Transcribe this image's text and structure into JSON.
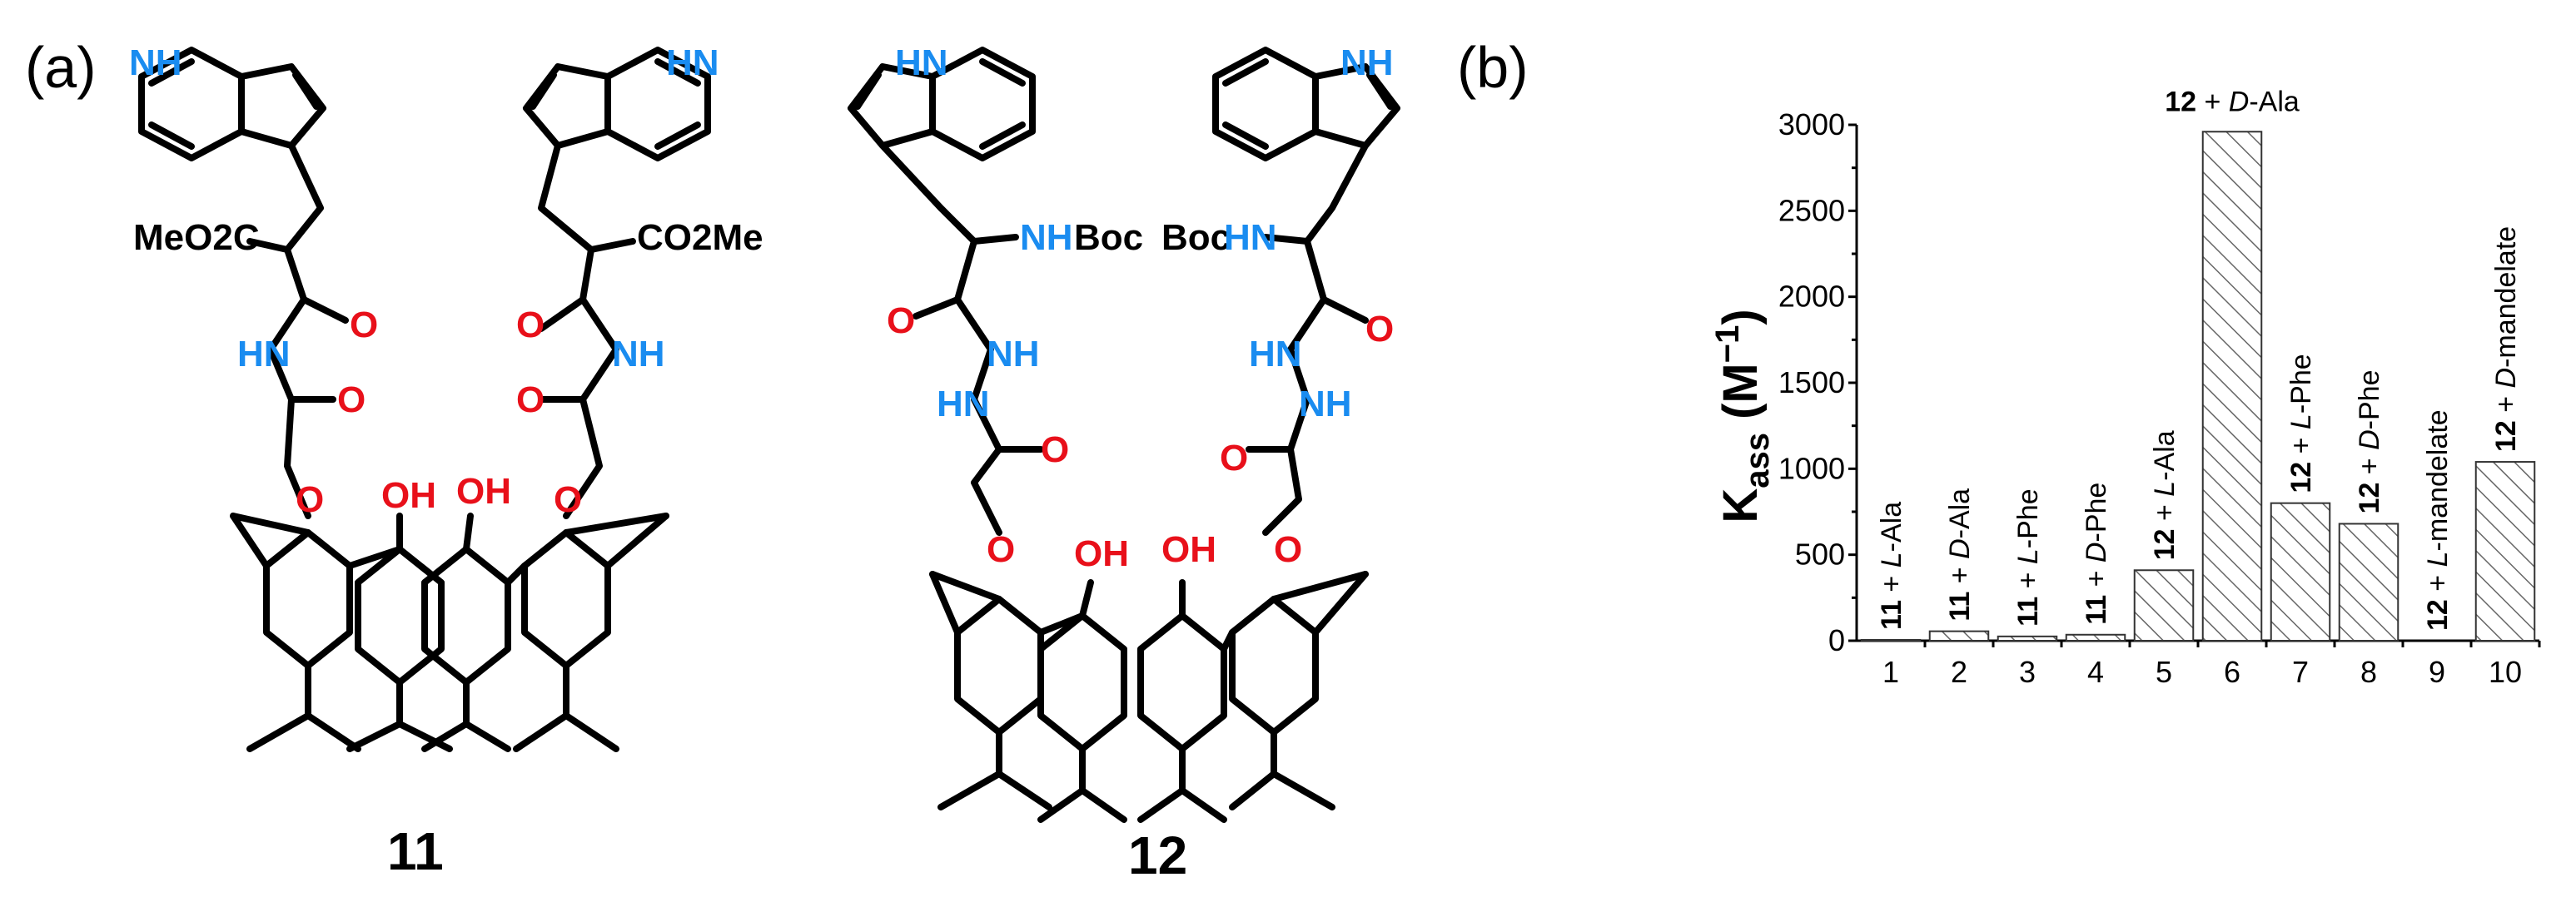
{
  "panel_a": {
    "letter": "(a)",
    "compound_11": {
      "number": "11",
      "labels": {
        "nh_left": "NH",
        "nh_right": "HN",
        "ester_left": "MeO2C",
        "ester_right": "CO2Me",
        "amide_nh": "HN",
        "imide_nh": "NH",
        "o1": "O",
        "o2": "O",
        "o3": "O",
        "o4": "O",
        "ether_o1": "O",
        "ether_o2": "O",
        "oh1": "OH",
        "oh2": "OH"
      }
    },
    "compound_12": {
      "number": "12",
      "labels": {
        "nh_left": "HN",
        "nh_right": "NH",
        "boc_left": "NHBoc",
        "boc_right": "BocHN",
        "hyd1": "NH",
        "hyd2": "HN",
        "hyd3": "HN",
        "hyd4": "NH",
        "o1": "O",
        "o2": "O",
        "o3": "O",
        "o4": "O",
        "ether_o1": "O",
        "ether_o2": "O",
        "oh1": "OH",
        "oh2": "OH"
      }
    }
  },
  "panel_b": {
    "letter": "(b)",
    "y_axis_label": "Kass (M−1)",
    "bar_annotations": [
      {
        "bold": "11",
        "pre": " + ",
        "ital": "L",
        "post": "-Ala"
      },
      {
        "bold": "11",
        "pre": " + ",
        "ital": "D",
        "post": "-Ala"
      },
      {
        "bold": "11",
        "pre": " + ",
        "ital": "L",
        "post": "-Phe"
      },
      {
        "bold": "11",
        "pre": " + ",
        "ital": "D",
        "post": "-Phe"
      },
      {
        "bold": "12",
        "pre": " + ",
        "ital": "L",
        "post": "-Ala"
      },
      {
        "bold": "12",
        "pre": " + ",
        "ital": "D",
        "post": "-Ala"
      },
      {
        "bold": "12",
        "pre": " + ",
        "ital": "L",
        "post": "-Phe"
      },
      {
        "bold": "12",
        "pre": " + ",
        "ital": "D",
        "post": "-Phe"
      },
      {
        "bold": "12",
        "pre": " + ",
        "ital": "L",
        "post": "-mandelate"
      },
      {
        "bold": "12",
        "pre": " + ",
        "ital": "D",
        "post": "-mandelate"
      }
    ]
  },
  "chart_data": {
    "type": "bar",
    "categories": [
      "1",
      "2",
      "3",
      "4",
      "5",
      "6",
      "7",
      "8",
      "9",
      "10"
    ],
    "values": [
      5,
      55,
      25,
      35,
      410,
      2960,
      800,
      680,
      0,
      1040
    ],
    "xlabel": "",
    "ylabel": "Kass (M−1)",
    "ylim": [
      0,
      3000
    ],
    "yticks": [
      0,
      500,
      1000,
      1500,
      2000,
      2500,
      3000
    ],
    "grid": false,
    "bar_fill": "diagonal-hatch"
  },
  "colors": {
    "oxygen": "#e8101a",
    "nitrogen": "#1a8cf0",
    "bond": "#000000"
  }
}
